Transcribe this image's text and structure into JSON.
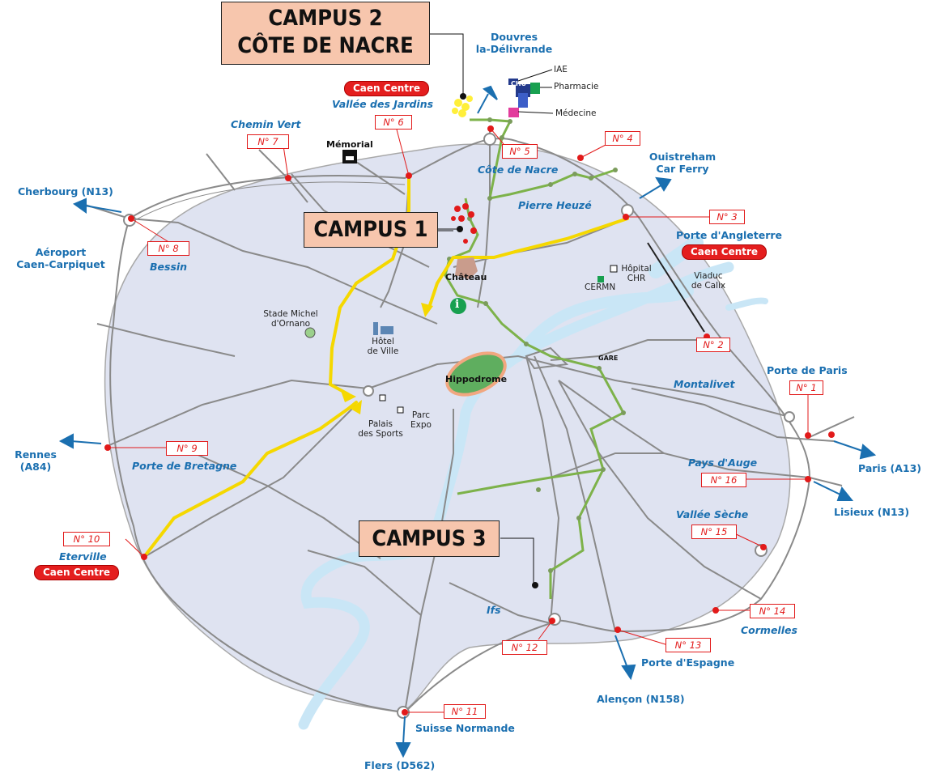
{
  "campuses": {
    "campus2_line1": "CAMPUS 2",
    "campus2_line2": "CÔTE DE NACRE",
    "campus1": "CAMPUS 1",
    "campus3": "CAMPUS 3"
  },
  "caen_centre": "Caen Centre",
  "exits": {
    "n1": "N° 1",
    "n2": "N° 2",
    "n3": "N° 3",
    "n4": "N° 4",
    "n5": "N° 5",
    "n6": "N° 6",
    "n7": "N° 7",
    "n8": "N° 8",
    "n9": "N° 9",
    "n10": "N° 10",
    "n11": "N° 11",
    "n12": "N° 12",
    "n13": "N° 13",
    "n14": "N° 14",
    "n15": "N° 15",
    "n16": "N° 16"
  },
  "destinations": {
    "douvres_1": "Douvres",
    "douvres_2": "la-Délivrande",
    "ouistreham_1": "Ouistreham",
    "ouistreham_2": "Car Ferry",
    "cherbourg": "Cherbourg (N13)",
    "aeroport_1": "Aéroport",
    "aeroport_2": "Caen-Carpiquet",
    "rennes_1": "Rennes",
    "rennes_2": "(A84)",
    "paris": "Paris (A13)",
    "lisieux": "Lisieux (N13)",
    "alencon": "Alençon (N158)",
    "flers": "Flers (D562)"
  },
  "districts": {
    "vallee_jardins": "Vallée des Jardins",
    "chemin_vert": "Chemin Vert",
    "cote_nacre": "Côte de Nacre",
    "pierre_heuze": "Pierre Heuzé",
    "porte_angleterre": "Porte d'Angleterre",
    "bessin": "Bessin",
    "montalivet": "Montalivet",
    "porte_paris": "Porte de Paris",
    "pays_auge": "Pays d'Auge",
    "vallee_seche": "Vallée Sèche",
    "porte_bretagne": "Porte de Bretagne",
    "eterville": "Eterville",
    "ifs": "Ifs",
    "cormelles": "Cormelles",
    "porte_espagne": "Porte d'Espagne",
    "suisse_normande": "Suisse Normande"
  },
  "places": {
    "memorial": "Mémorial",
    "iae": "IAE",
    "pharmacie": "Pharmacie",
    "medecine": "Médecine",
    "chu": "CHU",
    "chateau": "Château",
    "hopital_1": "Hôpital",
    "hopital_2": "CHR",
    "cermn": "CERMN",
    "viaduc_1": "Viaduc",
    "viaduc_2": "de Calix",
    "stade_1": "Stade Michel",
    "stade_2": "d'Ornano",
    "hotel_ville_1": "Hôtel",
    "hotel_ville_2": "de Ville",
    "hippodrome": "Hippodrome",
    "palais_1": "Palais",
    "palais_2": "des Sports",
    "parc_1": "Parc",
    "parc_2": "Expo",
    "gare": "GARE",
    "info": "i"
  },
  "colors": {
    "urban_area": "#dfe3f1",
    "water": "#c9e6f6",
    "road": "#8a8a8a",
    "campus_route": "#f5d800",
    "tram": "#7db24a",
    "exit_red": "#e21a1a",
    "label_blue": "#1a6fb0",
    "campus_box": "#f7c6ad",
    "hippodrome": "#5fae5f"
  }
}
